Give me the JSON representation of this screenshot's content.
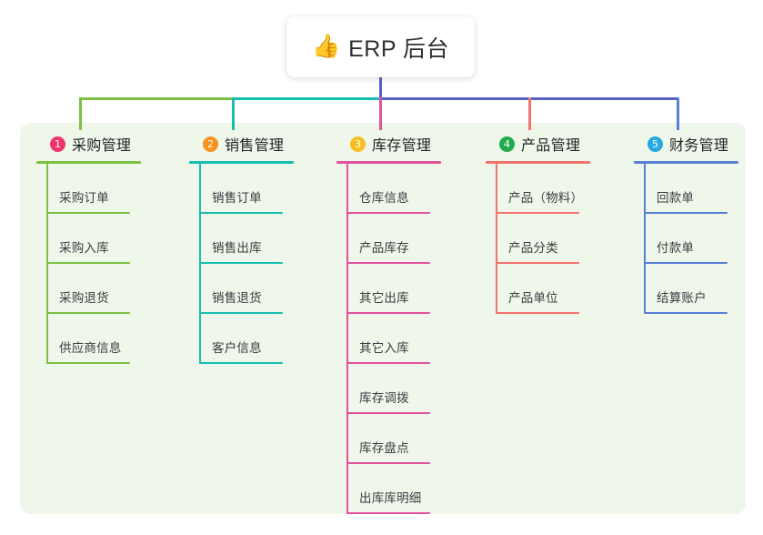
{
  "diagram": {
    "root": {
      "icon": "thumbs-up-icon",
      "icon_glyph": "👍",
      "label": "ERP 后台"
    },
    "panel_bg": "#eef7e9",
    "trunk_color": "#5560c8",
    "columns": [
      {
        "number": "1",
        "title": "采购管理",
        "badge_color": "#f0356b",
        "line_color": "#7cc142",
        "items": [
          "采购订单",
          "采购入库",
          "采购退货",
          "供应商信息"
        ]
      },
      {
        "number": "2",
        "title": "销售管理",
        "badge_color": "#f79122",
        "line_color": "#17bfb0",
        "items": [
          "销售订单",
          "销售出库",
          "销售退货",
          "客户信息"
        ]
      },
      {
        "number": "3",
        "title": "库存管理",
        "badge_color": "#f7bf22",
        "line_color": "#e152a0",
        "items": [
          "仓库信息",
          "产品库存",
          "其它出库",
          "其它入库",
          "库存调拨",
          "库存盘点",
          "出库库明细"
        ]
      },
      {
        "number": "4",
        "title": "产品管理",
        "badge_color": "#21ab4b",
        "line_color": "#f4756e",
        "items": [
          "产品（物料）",
          "产品分类",
          "产品单位"
        ]
      },
      {
        "number": "5",
        "title": "财务管理",
        "badge_color": "#26a9e0",
        "line_color": "#5a7fd6",
        "items": [
          "回款单",
          "付款单",
          "结算账户"
        ]
      }
    ]
  }
}
